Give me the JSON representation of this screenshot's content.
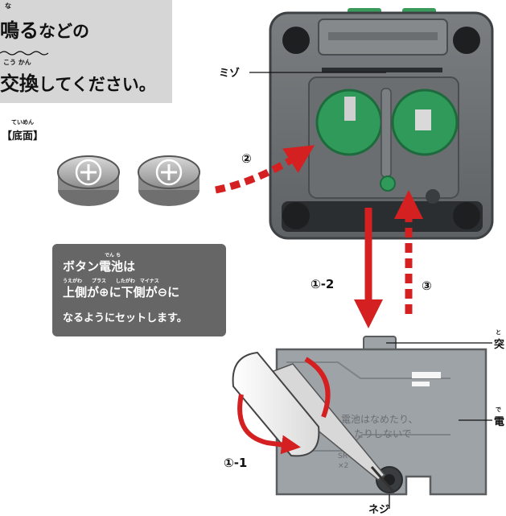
{
  "info_box": {
    "ruby_naru": "な",
    "line1_kanji": "鳴る",
    "line1_rest": "などの",
    "ruby_koukan": "こう かん",
    "line2_kanji": "交換",
    "line2_rest": "してください。"
  },
  "bottom_label": {
    "ruby": "ていめん",
    "text": "【底面】"
  },
  "note": {
    "line1_ruby": "でん ち",
    "line1": "ボタン電池は",
    "line2_ruby": "うえがわ　　プラス　　したがわ　マイナス",
    "line2": "上側が⊕に下側が⊖に",
    "line3": "なるようにセットします。"
  },
  "steps": {
    "step2": "②",
    "step1_2": "①-2",
    "step3": "③",
    "step1_1": "①-1"
  },
  "callouts": {
    "mizo": "ミゾ",
    "neji": "ネジ",
    "right_top_ruby": "と",
    "right_top": "突",
    "right_mid_ruby": "で",
    "right_mid": "電"
  },
  "cover_text": {
    "line1": "電池はなめたり、",
    "line2": "たりしないで",
    "model": "SR",
    "count": "×2"
  },
  "colors": {
    "body_gray": "#6e7275",
    "dark_gray": "#4a4d50",
    "cover_gray": "#9ea3a7",
    "board_green": "#2f9a5a",
    "arrow_red": "#d42020",
    "note_bg": "#666666",
    "info_bg": "#d6d6d6"
  }
}
